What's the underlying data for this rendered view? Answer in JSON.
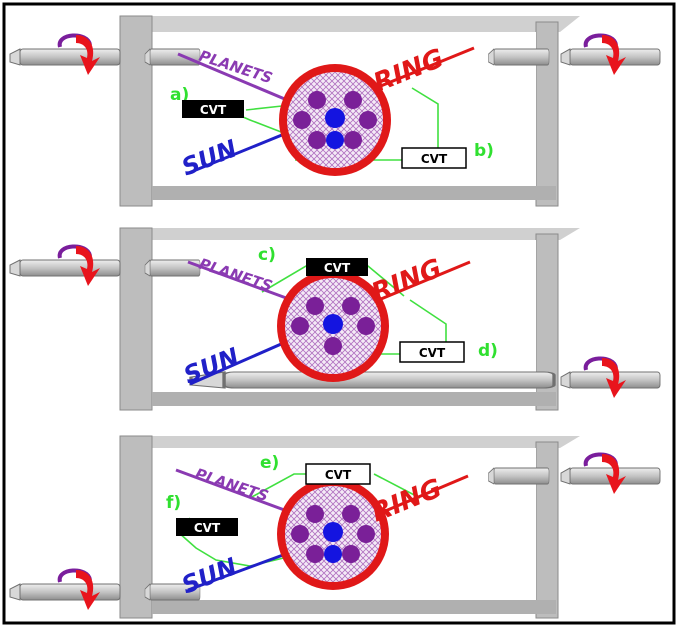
{
  "labels": {
    "planets": "PLANETS",
    "ring": "RING",
    "sun": "SUN",
    "cvt": "CVT"
  },
  "panels": [
    {
      "id": "top",
      "letters": [
        "a)",
        "b)"
      ],
      "cvt_boxes": [
        {
          "letter": "a)",
          "style": "filled"
        },
        {
          "letter": "b)",
          "style": "outline"
        }
      ]
    },
    {
      "id": "middle",
      "letters": [
        "c)",
        "d)"
      ],
      "cvt_boxes": [
        {
          "letter": "c)",
          "style": "filled"
        },
        {
          "letter": "d)",
          "style": "outline"
        }
      ]
    },
    {
      "id": "bottom",
      "letters": [
        "e)",
        "f)"
      ],
      "cvt_boxes": [
        {
          "letter": "e)",
          "style": "outline"
        },
        {
          "letter": "f)",
          "style": "filled"
        }
      ]
    }
  ],
  "colors": {
    "frame": "#c2c2c2",
    "frame_dark": "#8e8e8e",
    "shaft": "#c8c8c8",
    "arrow": "#e8141c",
    "arrow_tail": "#7a1e9c",
    "planets": "#8a3ab2",
    "ring": "#e01818",
    "sun": "#2020c8",
    "planet_gear": "#7a2098",
    "sun_gear": "#1414e0",
    "link": "#40e040",
    "letter": "#30e030"
  }
}
